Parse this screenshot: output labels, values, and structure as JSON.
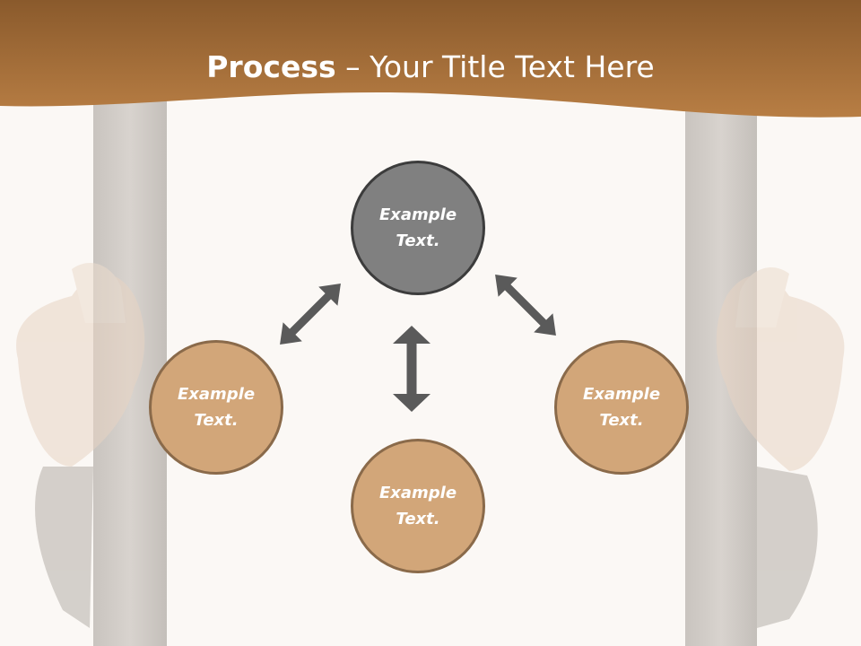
{
  "header": {
    "title_bold": "Process",
    "title_rest": " – Your Title Text Here"
  },
  "diagram": {
    "nodes": [
      {
        "id": "top",
        "label": "Example\nText."
      },
      {
        "id": "left",
        "label": "Example\nText."
      },
      {
        "id": "bottom",
        "label": "Example\nText."
      },
      {
        "id": "right",
        "label": "Example\nText."
      }
    ]
  },
  "colors": {
    "banner": "#a8703a",
    "node_dark": "#808080",
    "node_tan": "#d2a679",
    "arrow": "#5a5a5a"
  }
}
